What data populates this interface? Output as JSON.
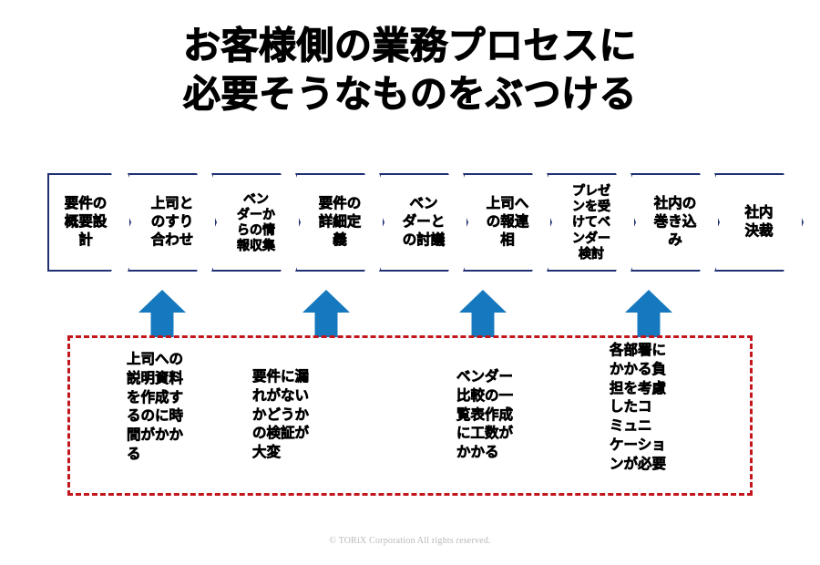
{
  "slide": {
    "title_line_1": "お客様側の業務プロセスに",
    "title_line_2": "必要そうなものをぶつける"
  },
  "process": {
    "steps": [
      {
        "id": "step-1",
        "label": "要件の\n概要設\n計"
      },
      {
        "id": "step-2",
        "label": "上司と\nのすり\n合わせ"
      },
      {
        "id": "step-3",
        "label": "ベン\nダーか\nらの情\n報収集"
      },
      {
        "id": "step-4",
        "label": "要件の\n詳細定\n義"
      },
      {
        "id": "step-5",
        "label": "ベン\nダーと\nの討議"
      },
      {
        "id": "step-6",
        "label": "上司へ\nの報連\n相"
      },
      {
        "id": "step-7",
        "label": "プレゼ\nンを受\nけてベ\nンダー\n検討"
      },
      {
        "id": "step-8",
        "label": "社内の\n巻き込\nみ"
      },
      {
        "id": "step-9",
        "label": "社内\n決裁"
      }
    ]
  },
  "pain_points": {
    "items": [
      {
        "id": "pain-1",
        "text": "上司への\n説明資料\nを作成す\nるのに時\n間がかか\nる"
      },
      {
        "id": "pain-2",
        "text": "要件に漏\nれがない\nかどうか\nの検証が\n大変"
      },
      {
        "id": "pain-3",
        "text": "ベンダー\n比較の一\n覧表作成\nに工数が\nかかる"
      },
      {
        "id": "pain-4",
        "text": "各部署に\nかかる負\n担を考慮\nしたコ\nミュニ\nケーショ\nンが必要"
      }
    ]
  },
  "footer": {
    "copyright": "© TORiX Corporation All rights reserved."
  },
  "colors": {
    "chevron_outline": "#1F3173",
    "arrow_blue": "#1678BE",
    "pain_box_red": "#C0161C",
    "title_black": "#000000",
    "footer_gray": "#b9b9b9"
  }
}
